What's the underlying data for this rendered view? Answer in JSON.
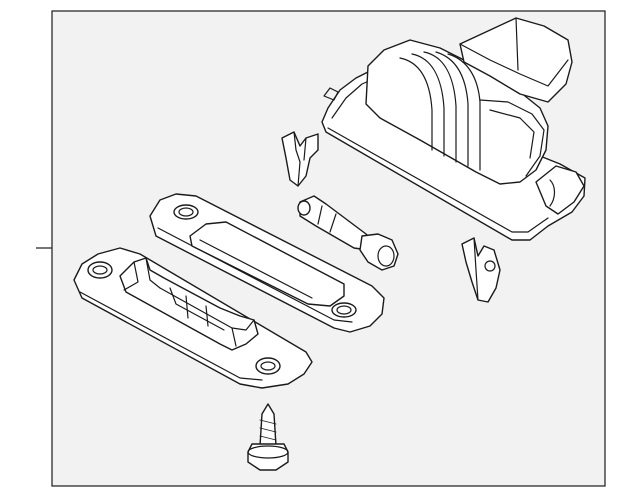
{
  "diagram": {
    "colors": {
      "background": "#ffffff",
      "panel": "#f2f2f2",
      "line": "#1a1a1a"
    },
    "parts": [
      "license-lamp-housing",
      "mounting-clip-upper",
      "mounting-clip-right",
      "bulb",
      "lens",
      "lamp-base",
      "screw"
    ]
  }
}
